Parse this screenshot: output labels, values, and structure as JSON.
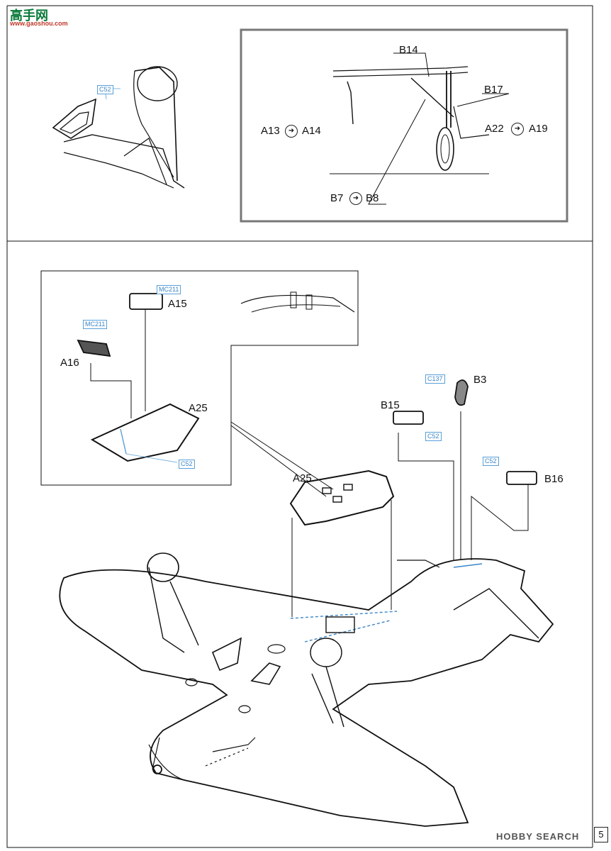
{
  "watermark_top": {
    "text": "高手网",
    "sub": "www.gaoshou.com"
  },
  "watermark_bottom": {
    "text": "HOBBY SEARCH"
  },
  "page_number": "5",
  "inset_gear": {
    "labels": {
      "b14": "B14",
      "b17": "B17",
      "a13": "A13",
      "a14": "A14",
      "a22": "A22",
      "a19": "A19",
      "b7": "B7",
      "b8": "B8"
    }
  },
  "seat_detail": {
    "paint": "C52"
  },
  "cockpit_inset": {
    "a15": "A15",
    "a15_paint": "MC211",
    "a16": "A16",
    "a16_paint": "MC211",
    "a25": "A25",
    "a25_paint": "C52"
  },
  "main": {
    "a25": "A25",
    "b3": "B3",
    "b3_paint": "C137",
    "b15": "B15",
    "b15_paint": "C52",
    "b16": "B16",
    "b16_paint": "C52"
  }
}
